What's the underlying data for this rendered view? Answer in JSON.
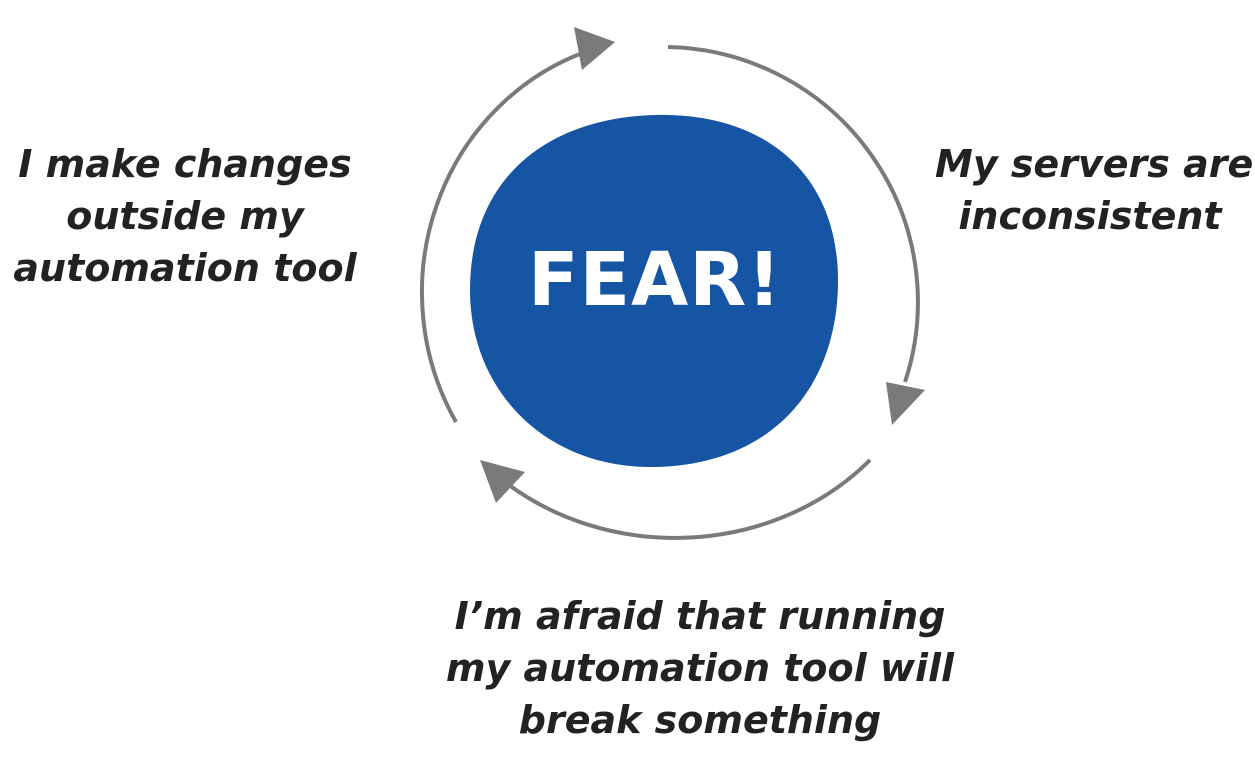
{
  "center": {
    "text": "FEAR!",
    "fill": "#1555A4"
  },
  "labels": {
    "left": [
      "I make changes",
      "outside my",
      "automation tool"
    ],
    "right": [
      "My servers are",
      "inconsistent"
    ],
    "bottom": [
      "I’m afraid that running",
      "my automation tool will",
      "break something"
    ]
  },
  "colors": {
    "arrow": "#7A7A7A",
    "text": "#222222",
    "background": "#FFFFFF"
  }
}
